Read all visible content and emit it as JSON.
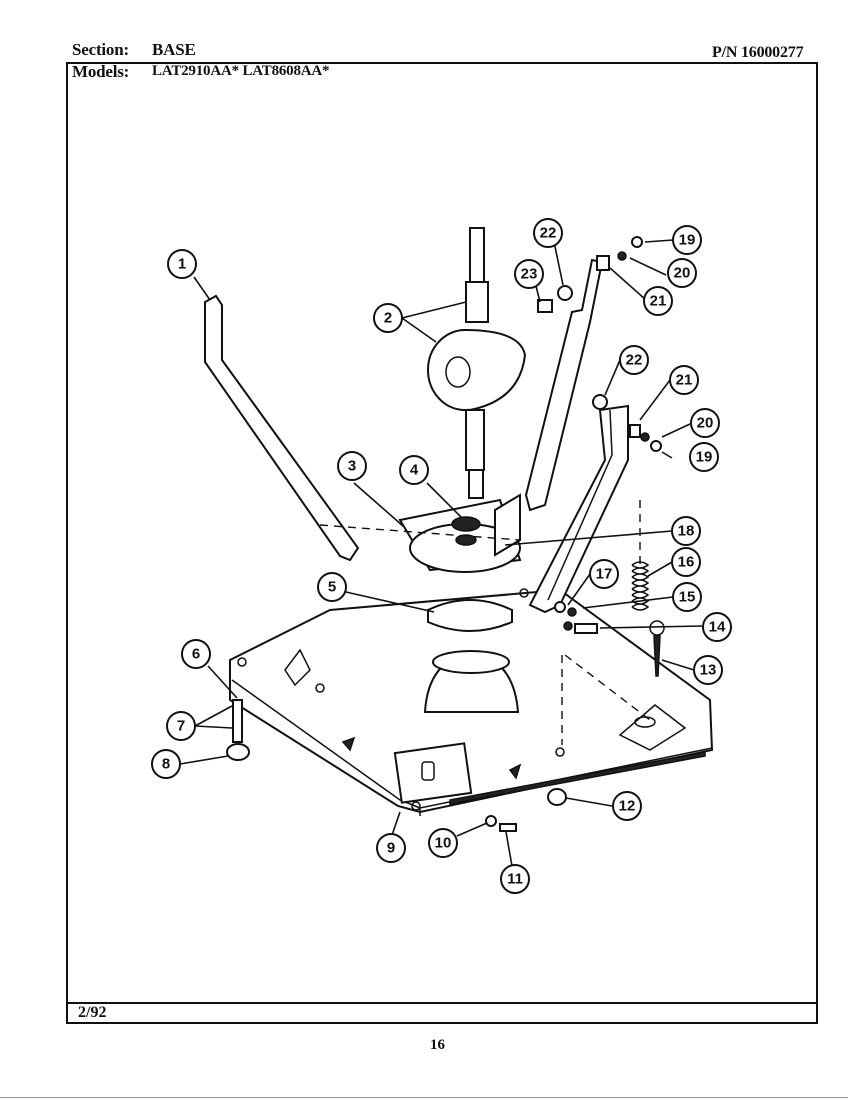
{
  "header": {
    "section_label": "Section:",
    "section_value": "BASE",
    "models_label": "Models:",
    "models_value": "LAT2910AA*  LAT8608AA*",
    "part_number": "P/N 16000277"
  },
  "footer": {
    "date": "2/92",
    "page_number": "16"
  },
  "callouts": [
    "1",
    "2",
    "3",
    "4",
    "5",
    "6",
    "7",
    "8",
    "9",
    "10",
    "11",
    "12",
    "13",
    "14",
    "15",
    "16",
    "17",
    "18",
    "19",
    "20",
    "21",
    "22",
    "23",
    "22",
    "21",
    "20",
    "19"
  ]
}
